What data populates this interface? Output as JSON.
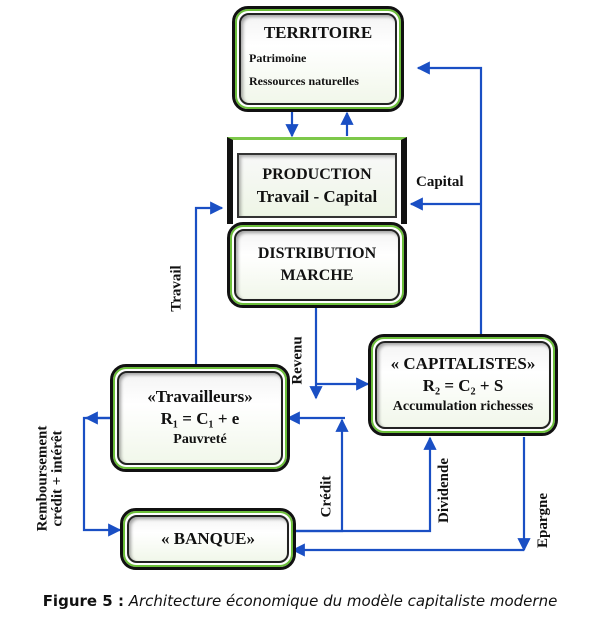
{
  "territoire": {
    "title": "TERRITOIRE",
    "lines": [
      "Patrimoine",
      "Ressources naturelles"
    ]
  },
  "production": {
    "title": "PRODUCTION",
    "subtitle": "Travail - Capital"
  },
  "distribution": {
    "title": "DISTRIBUTION",
    "subtitle": "MARCHE"
  },
  "travailleurs": {
    "title": "«Travailleurs»",
    "formula": "R₁ = C₁ + e",
    "note": "Pauvreté"
  },
  "capitalistes": {
    "title": "« CAPITALISTES»",
    "formula": "R₂ = C₂ + S",
    "note": "Accumulation richesses"
  },
  "banque": {
    "title": "« BANQUE»"
  },
  "flows": {
    "capital": "Capital",
    "travail": "Travail",
    "revenu": "Revenu",
    "credit": "Crédit",
    "dividende": "Dividende",
    "epargne": "Epargne",
    "remboursement_1": "Remboursement",
    "remboursement_2": "crédit + intérêt"
  },
  "caption": {
    "prefix": "Figure 5 :",
    "text": "Architecture économique du modèle capitaliste moderne"
  },
  "colors": {
    "arrow": "#1a4fc4",
    "box_border": "#111111",
    "accent_green": "#6cbf3a"
  }
}
